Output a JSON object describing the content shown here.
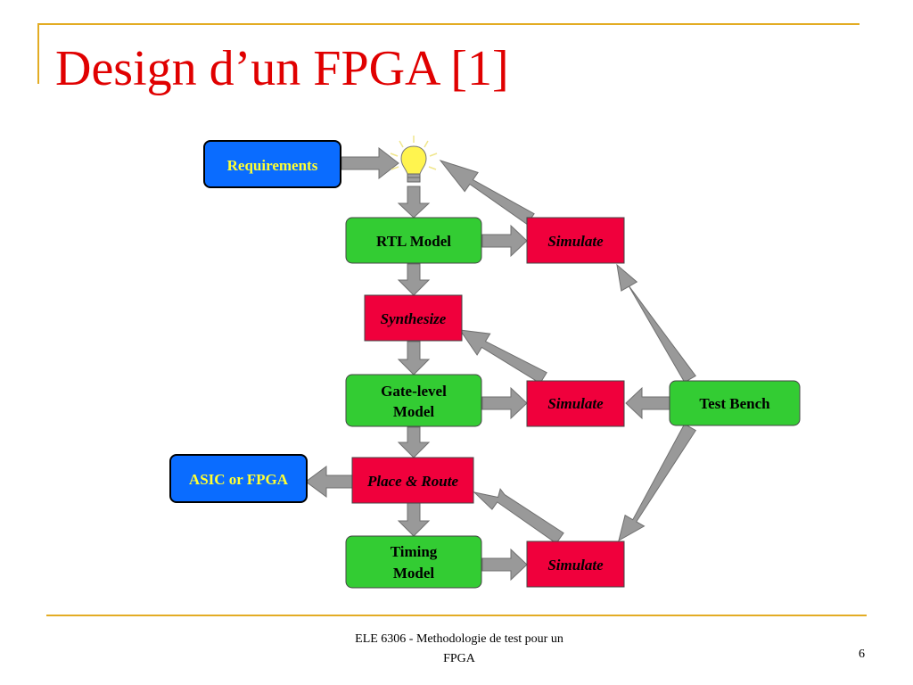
{
  "slide": {
    "title": "Design d’un FPGA [1]",
    "footer_line1": "ELE 6306 - Methodologie de test pour un",
    "footer_line2": "FPGA",
    "page_number": "6"
  },
  "diagram": {
    "requirements": "Requirements",
    "rtl_model": "RTL Model",
    "simulate_rtl": "Simulate",
    "synthesize": "Synthesize",
    "gate_level_line1": "Gate-level",
    "gate_level_line2": "Model",
    "simulate_gate": "Simulate",
    "test_bench": "Test Bench",
    "asic_or_fpga": "ASIC or FPGA",
    "place_route": "Place & Route",
    "timing_line1": "Timing",
    "timing_line2": "Model",
    "simulate_timing": "Simulate"
  },
  "colors": {
    "title": "#E00000",
    "accent_line": "#E3AC24",
    "blue_box": "#0A6CFF",
    "blue_box_text": "#FFFF33",
    "green_box": "#33CC33",
    "red_box": "#F0003C",
    "arrow": "#999999",
    "bulb": "#FFF44F"
  }
}
